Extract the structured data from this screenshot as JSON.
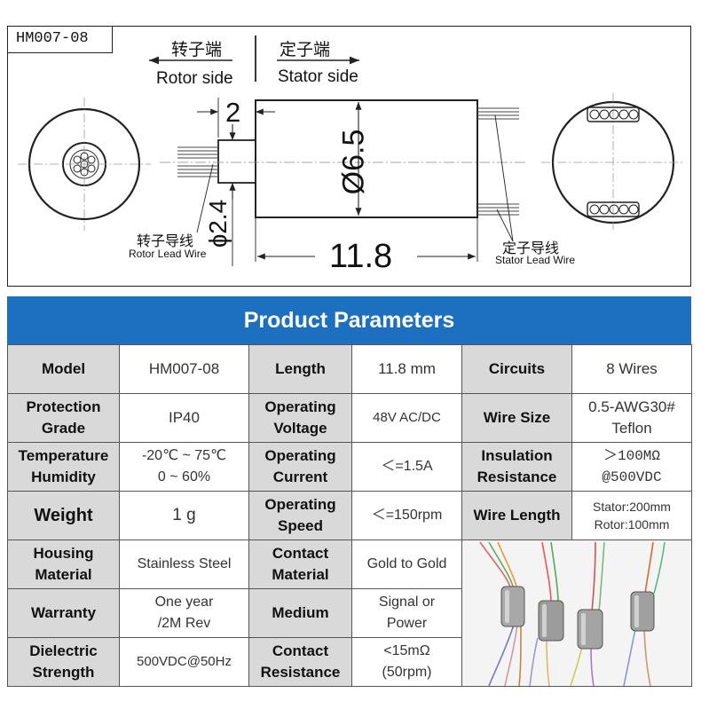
{
  "drawing": {
    "model_tag": "HM007-08",
    "rotor_cn": "转子端",
    "rotor_en": "Rotor side",
    "stator_cn": "定子端",
    "stator_en": "Stator side",
    "dim_2": "2",
    "dim_65": "Ø6.5",
    "dim_24": "ɸ2.4",
    "dim_118": "11.8",
    "rotor_wire_cn": "转子导线",
    "rotor_wire_en": "Rotor Lead Wire",
    "stator_wire_cn": "定子导线",
    "stator_wire_en": "Stator Lead Wire"
  },
  "header": {
    "title": "Product Parameters"
  },
  "params": {
    "model_label": "Model",
    "model_value": "HM007-08",
    "length_label": "Length",
    "length_value": "11.8 mm",
    "circuits_label": "Circuits",
    "circuits_value": "8 Wires",
    "protection_label_1": "Protection",
    "protection_label_2": "Grade",
    "protection_value": "IP40",
    "op_voltage_label_1": "Operating",
    "op_voltage_label_2": "Voltage",
    "op_voltage_value": "48V AC/DC",
    "wire_size_label": "Wire Size",
    "wire_size_value_1": "0.5-AWG30#",
    "wire_size_value_2": "Teflon",
    "temp_label_1": "Temperature",
    "temp_label_2": "Humidity",
    "temp_value_1": "-20℃ ~ 75℃",
    "temp_value_2": "0 ~ 60%",
    "op_current_label_1": "Operating",
    "op_current_label_2": "Current",
    "op_current_value": "＜=1.5A",
    "insulation_label_1": "Insulation",
    "insulation_label_2": "Resistance",
    "insulation_value_1": "＞100MΩ",
    "insulation_value_2": "@500VDC",
    "weight_label": "Weight",
    "weight_value": "1 g",
    "op_speed_label_1": "Operating",
    "op_speed_label_2": "Speed",
    "op_speed_value": "＜=150rpm",
    "wire_length_label": "Wire Length",
    "wire_length_value_1": "Stator:200mm",
    "wire_length_value_2": "Rotor:100mm",
    "housing_label_1": "Housing",
    "housing_label_2": "Material",
    "housing_value": "Stainless Steel",
    "contact_material_label_1": "Contact",
    "contact_material_label_2": "Material",
    "contact_material_value": "Gold to Gold",
    "warranty_label": "Warranty",
    "warranty_value_1": "One year",
    "warranty_value_2": "/2M Rev",
    "medium_label": "Medium",
    "medium_value_1": "Signal or",
    "medium_value_2": "Power",
    "dielectric_label_1": "Dielectric",
    "dielectric_label_2": "Strength",
    "dielectric_value": "500VDC@50Hz",
    "contact_res_label_1": "Contact",
    "contact_res_label_2": "Resistance",
    "contact_res_value_1": "<15mΩ",
    "contact_res_value_2": "(50rpm)"
  },
  "colors": {
    "banner": "#1d70c0",
    "label_bg": "#d9d9d9",
    "line": "#222222"
  }
}
